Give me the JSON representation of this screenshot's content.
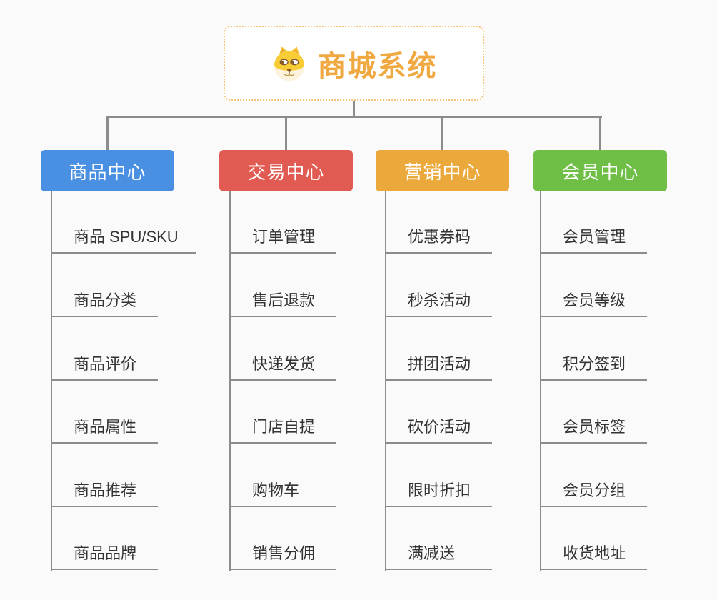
{
  "root": {
    "title": "商城系统",
    "icon": "dog-face-icon"
  },
  "branches": [
    {
      "id": "product-center",
      "label": "商品中心",
      "color": "#4A90E2",
      "children": [
        "商品 SPU/SKU",
        "商品分类",
        "商品评价",
        "商品属性",
        "商品推荐",
        "商品品牌"
      ]
    },
    {
      "id": "trade-center",
      "label": "交易中心",
      "color": "#E25B52",
      "children": [
        "订单管理",
        "售后退款",
        "快递发货",
        "门店自提",
        "购物车",
        "销售分佣"
      ]
    },
    {
      "id": "marketing-center",
      "label": "营销中心",
      "color": "#EBA93C",
      "children": [
        "优惠券码",
        "秒杀活动",
        "拼团活动",
        "砍价活动",
        "限时折扣",
        "满减送"
      ]
    },
    {
      "id": "member-center",
      "label": "会员中心",
      "color": "#6FBE45",
      "children": [
        "会员管理",
        "会员等级",
        "积分签到",
        "会员标签",
        "会员分组",
        "收货地址"
      ]
    }
  ],
  "colors": {
    "background": "#FAFAFA",
    "connector": "#8C8C8C",
    "leaf_text": "#333333",
    "branch_text": "#FFFFFF",
    "root_title": "#F0A840",
    "root_border": "#F4C377",
    "root_background": "#FFFFFF"
  }
}
